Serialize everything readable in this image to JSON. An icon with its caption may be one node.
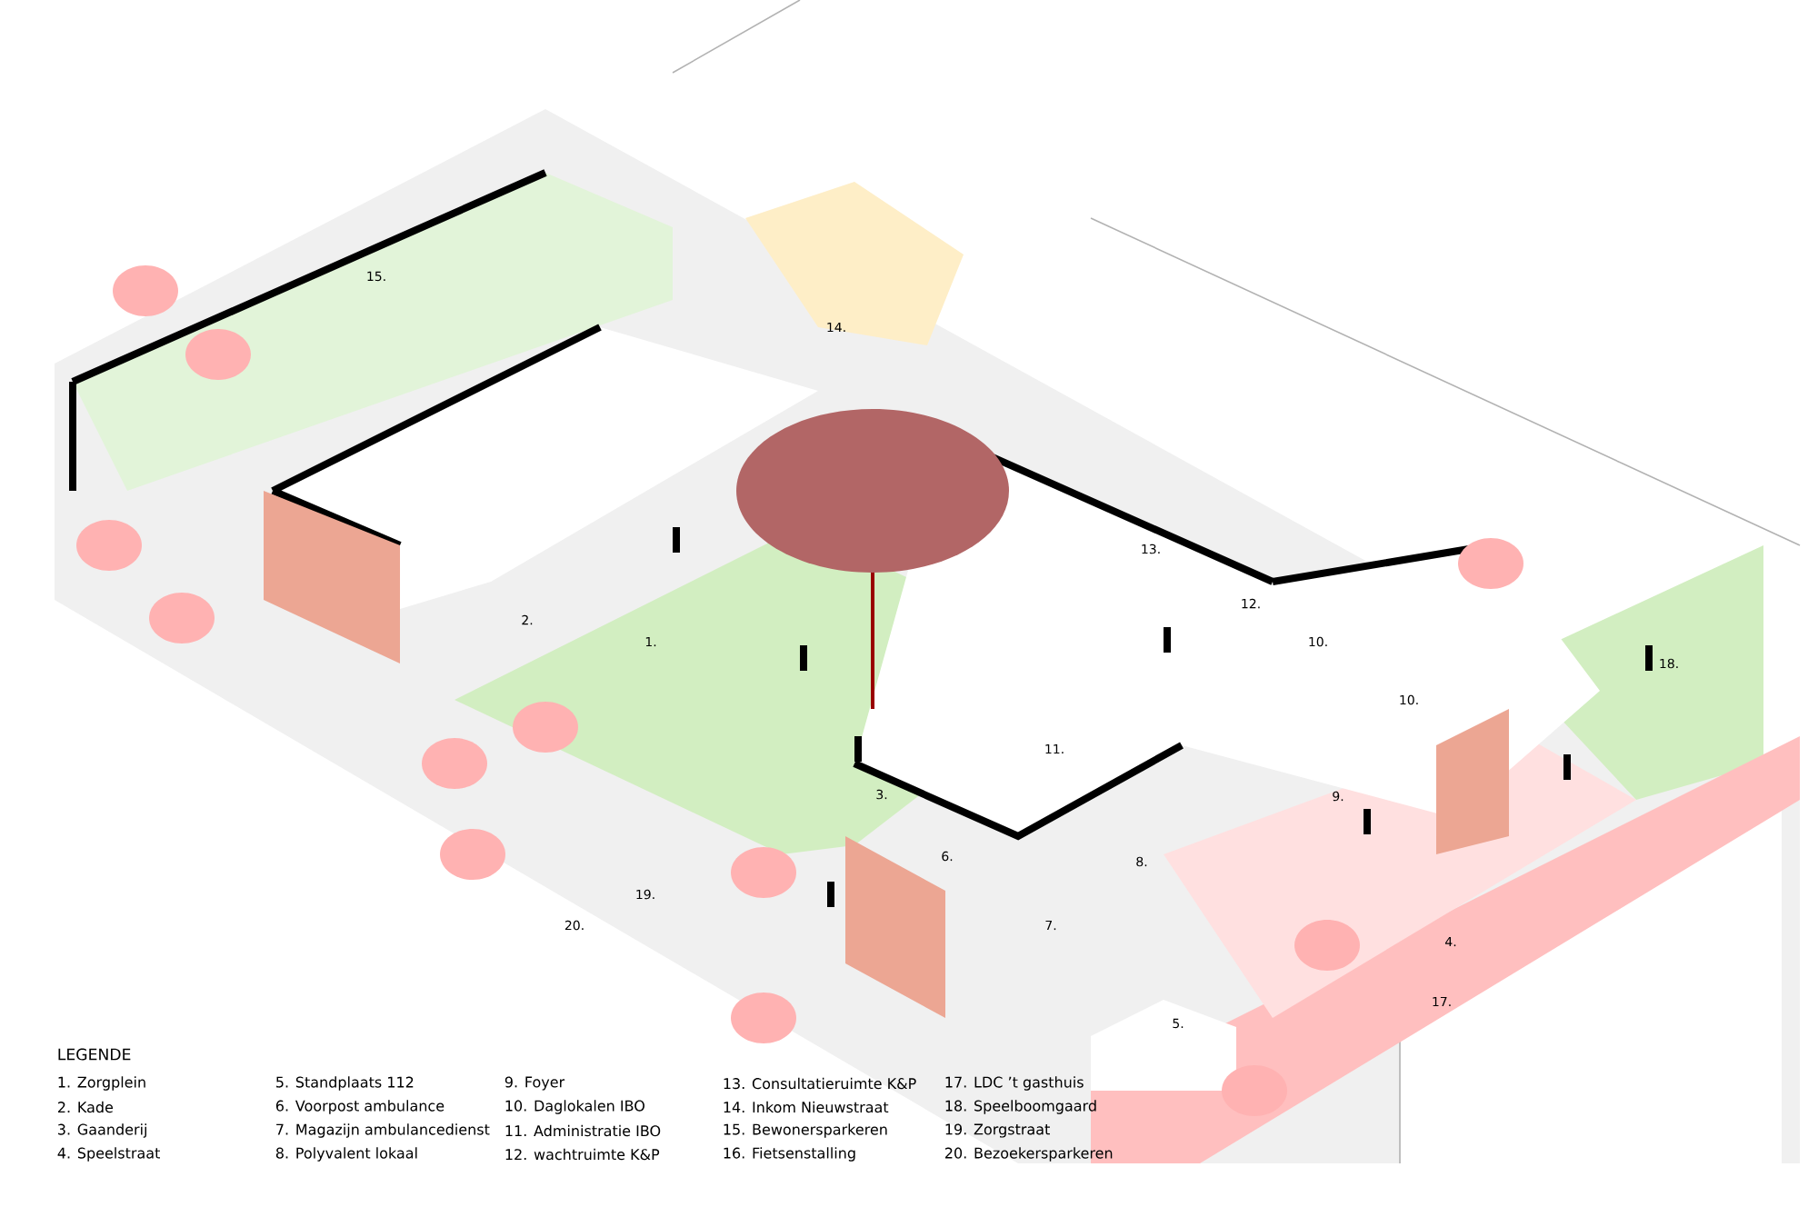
{
  "diagram": {
    "labels": [
      "15.",
      "14.",
      "13.",
      "12.",
      "2.",
      "1.",
      "10.",
      "18.",
      "10.",
      "11.",
      "3.",
      "9.",
      "6.",
      "8.",
      "19.",
      "20.",
      "7.",
      "4.",
      "17.",
      "5.",
      "LEGENDE",
      "1. Zorgplein",
      "5. Standplaats 112",
      "9. Foyer",
      "13. Consultatieruimte K&P",
      "17. LDC ’t gasthuis",
      "2. Kade",
      "6. Voorpost ambulance",
      "10. Daglokalen IBO",
      "14. Inkom Nieuwstraat",
      "18. Speelboomgaard",
      "3. Gaanderij",
      "7. Magazijn ambulancedienst",
      "11. Administratie IBO",
      "15. Bewonersparkeren",
      "19. Zorgstraat",
      "4. Speelstraat",
      "8. Polyvalent lokaal",
      "12. wachtruimte K&P",
      "16. Fietsenstalling",
      "20. Bezoekersparkeren"
    ]
  }
}
